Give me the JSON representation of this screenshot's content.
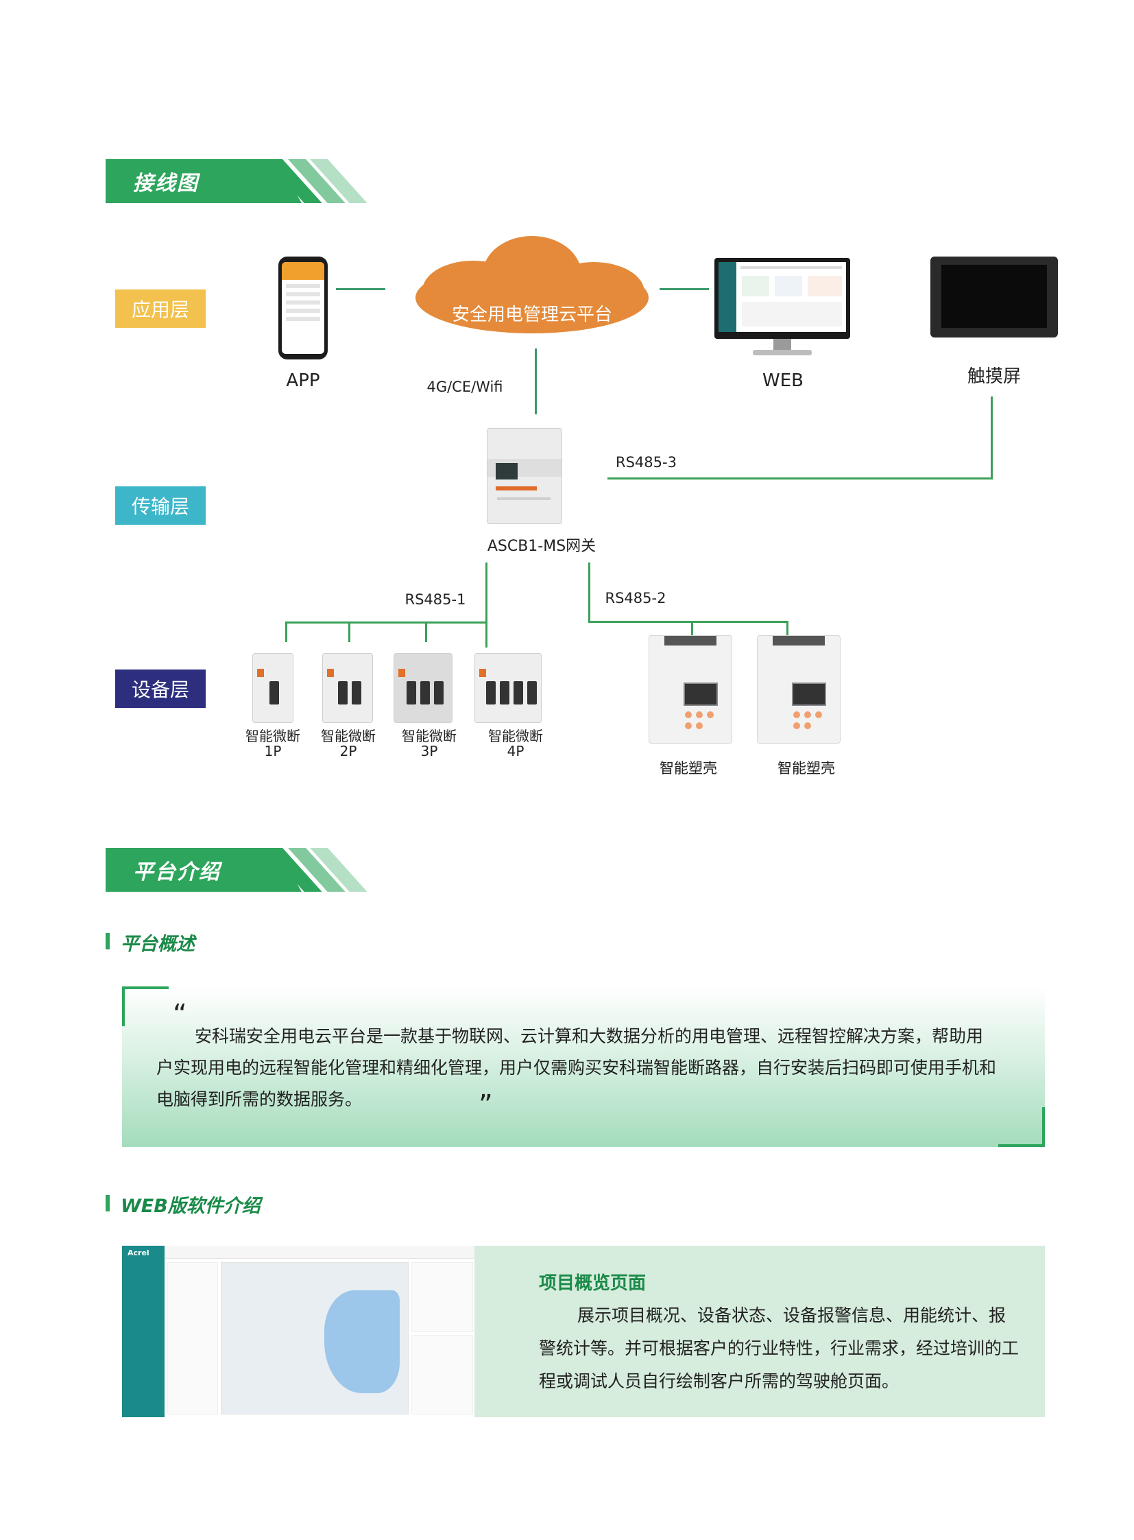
{
  "sections": {
    "wiring": "接线图",
    "platform": "平台介绍"
  },
  "layers": {
    "application": "应用层",
    "transport": "传输层",
    "device": "设备层"
  },
  "diagram": {
    "cloud": "安全用电管理云平台",
    "app": "APP",
    "web": "WEB",
    "touch": "触摸屏",
    "link_4g": "4G/CE/Wifi",
    "rs485_3": "RS485-3",
    "gateway": "ASCB1-MS网关",
    "rs485_1": "RS485-1",
    "rs485_2": "RS485-2",
    "mcbs": [
      {
        "name": "智能微断",
        "poles": "1P"
      },
      {
        "name": "智能微断",
        "poles": "2P"
      },
      {
        "name": "智能微断",
        "poles": "3P"
      },
      {
        "name": "智能微断",
        "poles": "4P"
      }
    ],
    "mccbs": [
      "智能塑壳",
      "智能塑壳"
    ]
  },
  "overview": {
    "heading": "平台概述",
    "open_quote": "“",
    "close_quote": "”",
    "text": "安科瑞安全用电云平台是一款基于物联网、云计算和大数据分析的用电管理、远程智控解决方案，帮助用户实现用电的远程智能化管理和精细化管理，用户仅需购买安科瑞智能断路器，自行安装后扫码即可使用手机和电脑得到所需的数据服务。"
  },
  "web_intro": {
    "heading": "WEB版软件介绍",
    "card_title": "项目概览页面",
    "card_text": "展示项目概况、设备状态、设备报警信息、用能统计、报警统计等。并可根据客户的行业特性，行业需求，经过培训的工程或调试人员自行绘制客户所需的驾驶舱页面。",
    "screenshot_logo": "Acrel"
  },
  "colors": {
    "green": "#2ea55c",
    "application": "#f2c14e",
    "transport": "#3eb6c9",
    "device": "#2d2f7e",
    "cloud": "#e48a3a"
  }
}
